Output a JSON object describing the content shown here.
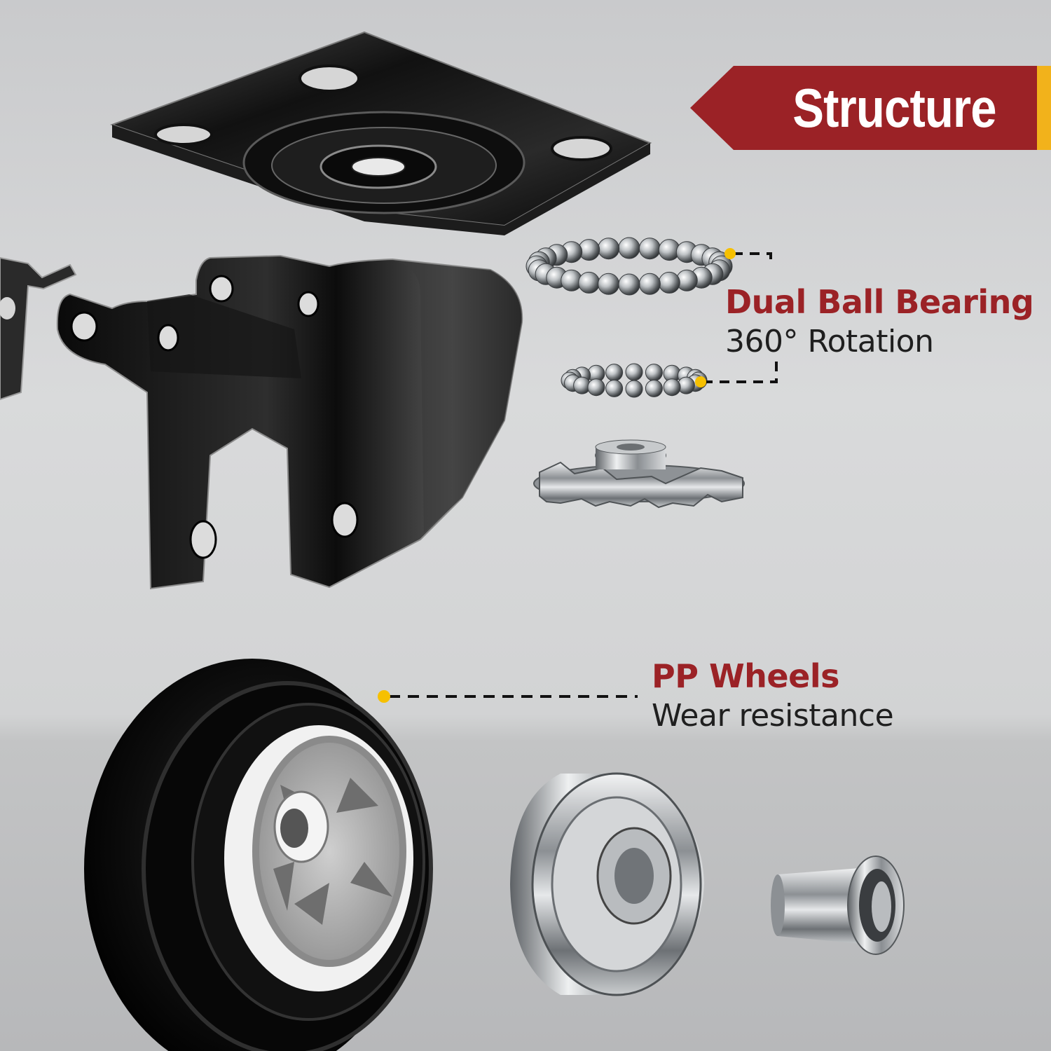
{
  "banner": {
    "text": "Structure"
  },
  "callouts": {
    "bearing": {
      "title": "Dual Ball Bearing",
      "subtitle": "360° Rotation"
    },
    "wheels": {
      "title": "PP Wheels",
      "subtitle": "Wear resistance"
    }
  },
  "colors": {
    "accent": "#9b2226",
    "marker": "#f6c000",
    "banner_stripe": "#f2b21b",
    "text_dark": "#1f1f1f"
  },
  "parts": [
    "top-plate",
    "upper-ball-ring",
    "lower-ball-ring",
    "fork-bracket",
    "gear-retainer",
    "wheel",
    "axle-bearing",
    "axle-bushing"
  ]
}
